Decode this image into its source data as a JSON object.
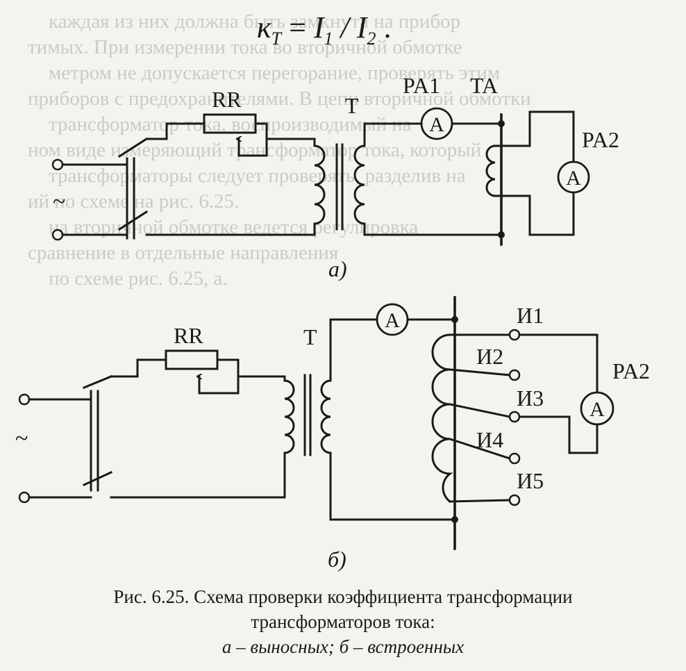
{
  "formula": {
    "lhs": "к",
    "lhs_sub": "Т",
    "eq": " = ",
    "i1": "I",
    "i1_sub": "1",
    "slash": " / ",
    "i2": "I",
    "i2_sub": "2",
    "dot": " ."
  },
  "background_text": [
    "каждая из них должна быть замкнута на прибор",
    "тимых. При измерении тока во вторичной обмотке",
    "метром не допускается перегорание, проверять этим",
    "приборов с предохранителями. В цепи вторичной обмотки",
    "трансформатор тока, воспроизводимый на",
    "ном виде измеряющий трансформатор тока, который",
    "трансформаторы следует проверять, разделив на",
    "ий по схеме на рис. 6.25.",
    "на вторичной обмотке ведется регулировка",
    "сравнение в отдельные направления",
    "по схеме рис. 6.25, а."
  ],
  "diagram_a": {
    "label_rr": "RR",
    "label_t": "T",
    "label_pa1": "PA1",
    "label_ta": "TA",
    "label_pa2": "PA2",
    "meter_a": "A",
    "tilde": "~",
    "sub_label": "а)"
  },
  "diagram_b": {
    "label_rr": "RR",
    "label_t": "T",
    "label_pa2": "PA2",
    "meter_a": "A",
    "tilde": "~",
    "taps": [
      "И1",
      "И2",
      "И3",
      "И4",
      "И5"
    ],
    "sub_label": "б)"
  },
  "caption": {
    "line1": "Рис. 6.25. Схема проверки коэффициента трансформации",
    "line2": "трансформаторов тока:",
    "line3": "а – выносных; б – встроенных"
  }
}
